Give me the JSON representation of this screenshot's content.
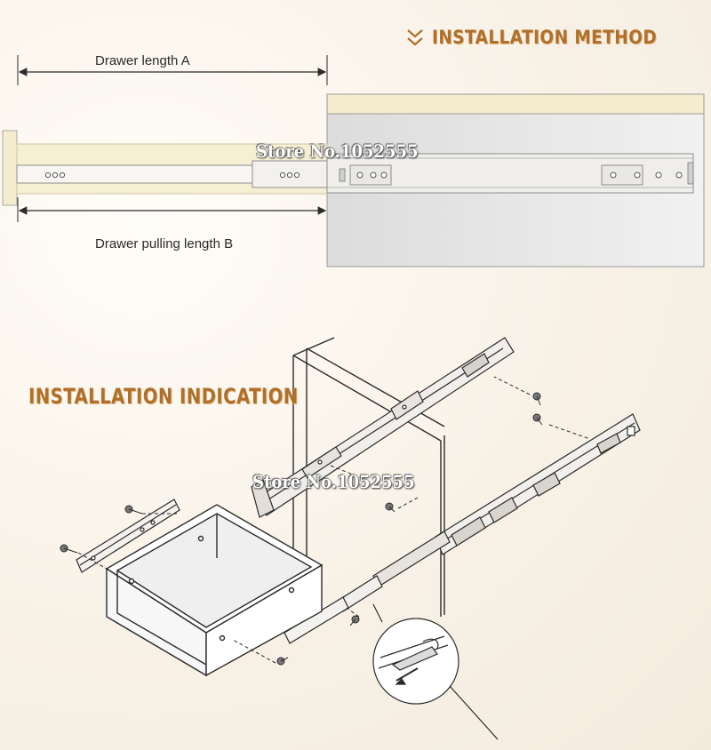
{
  "headings": {
    "installation_method": "INSTALLATION METHOD",
    "installation_indication": "INSTALLATION INDICATION"
  },
  "dimensions": {
    "drawer_length": "Drawer length A",
    "drawer_pulling_length": "Drawer pulling length B"
  },
  "watermarks": {
    "top": "Store No.1052555",
    "bottom": "Store No.1052555"
  },
  "colors": {
    "heading": "#b0702c",
    "line": "#2b2b2b",
    "rail_fill": "#ece8e2",
    "cabinet_fill": "#e9e8e6",
    "wood_strip": "#f4eccd"
  }
}
